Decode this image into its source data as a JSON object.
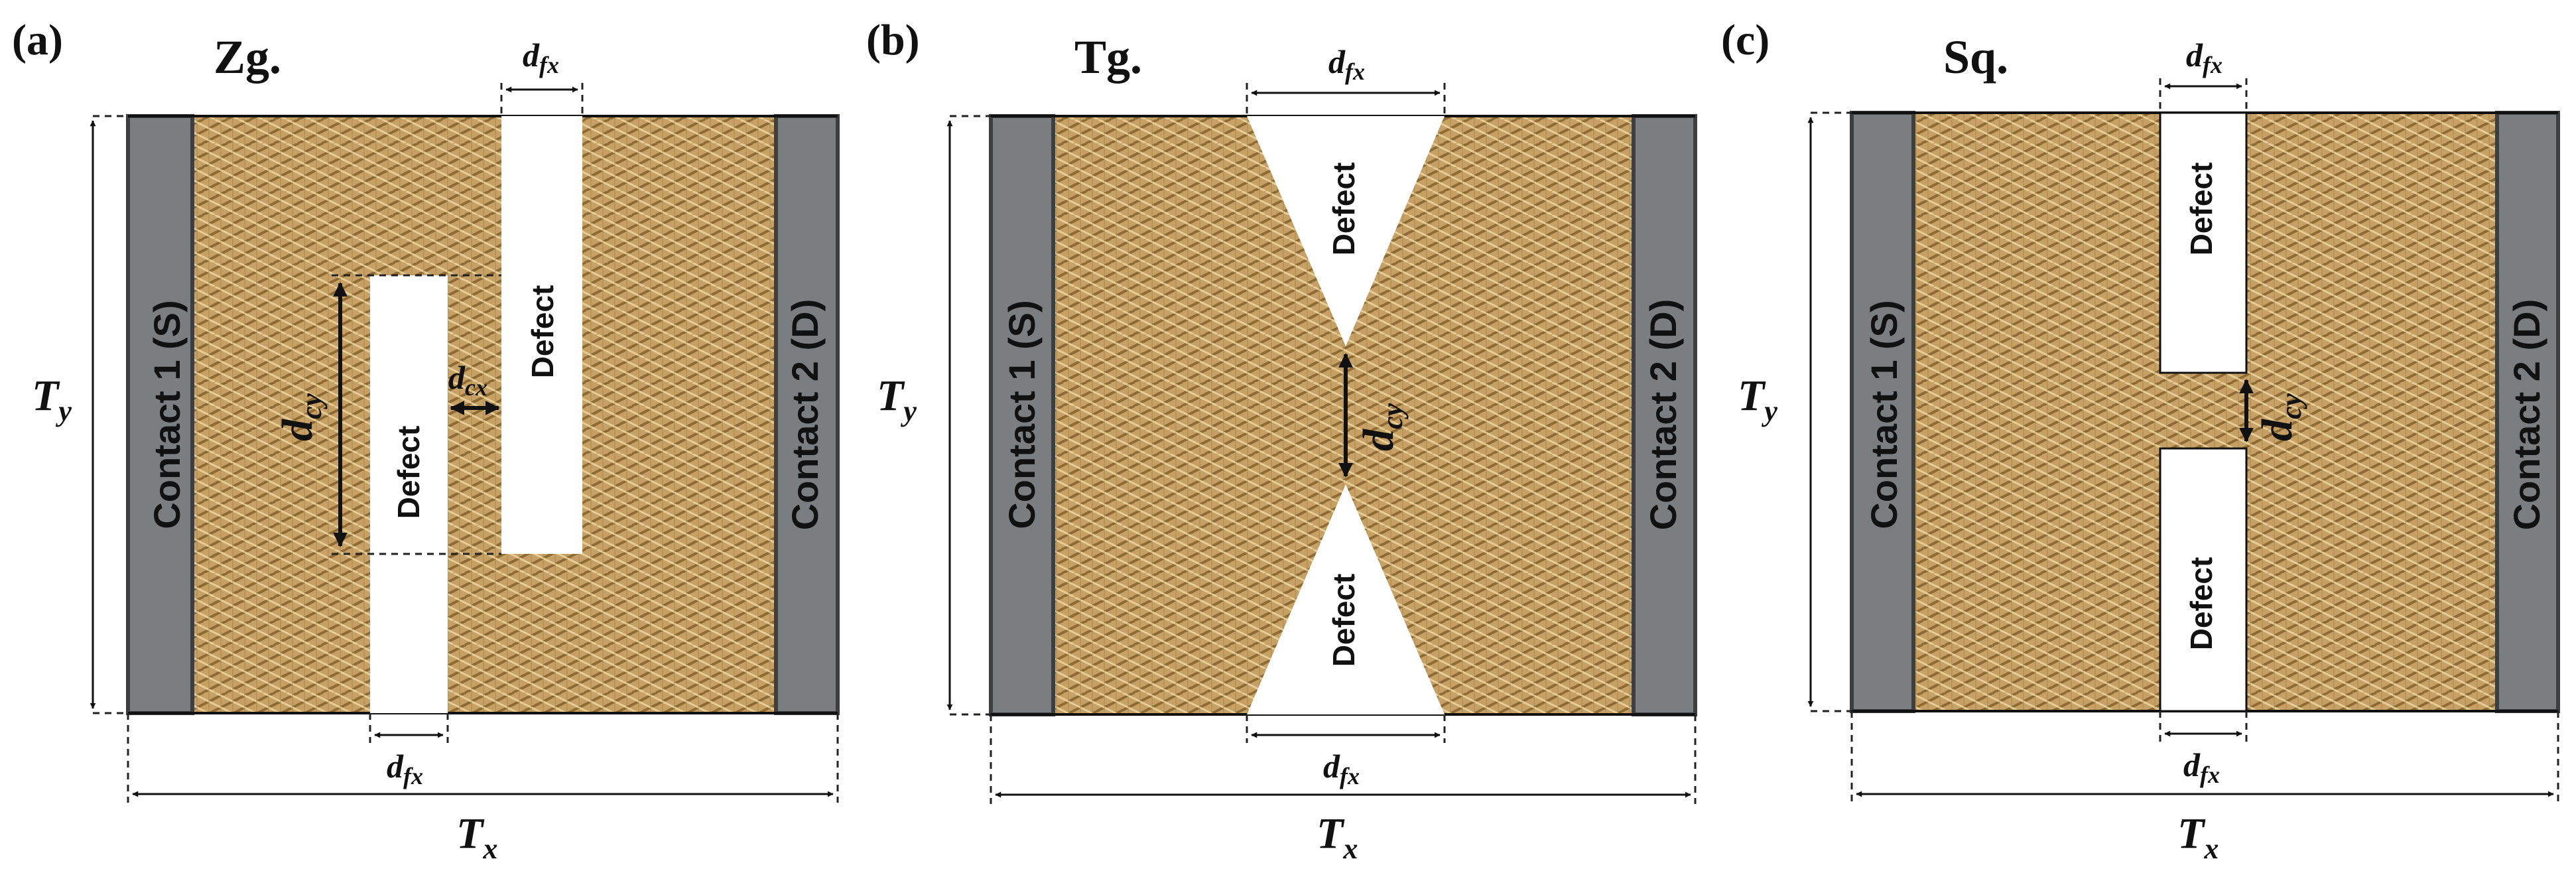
{
  "panels": [
    {
      "letter": "(a)",
      "name": "Zg.",
      "contact_left": "Contact 1  (S)",
      "contact_right": "Contact 2  (D)",
      "defect_top": "Defect",
      "defect_bottom": "Defect"
    },
    {
      "letter": "(b)",
      "name": "Tg.",
      "contact_left": "Contact 1  (S)",
      "contact_right": "Contact 2  (D)",
      "defect_top": "Defect",
      "defect_bottom": "Defect"
    },
    {
      "letter": "(c)",
      "name": "Sq.",
      "contact_left": "Contact 1  (S)",
      "contact_right": "Contact 2  (D)",
      "defect_top": "Defect",
      "defect_bottom": "Defect"
    }
  ],
  "dims": {
    "d_main": "d",
    "T_main": "T",
    "fx_sub": "fx",
    "cx_sub": "cx",
    "cy_sub": "cy",
    "x_sub": "x",
    "y_sub": "y"
  },
  "colors": {
    "contact": "#7b7e80",
    "contact_edge": "#3c3e40",
    "fabric_base": "#c6a064",
    "fabric_dark": "#8e6a34",
    "fabric_light": "#e6cc96",
    "defect": "#ffffff"
  }
}
